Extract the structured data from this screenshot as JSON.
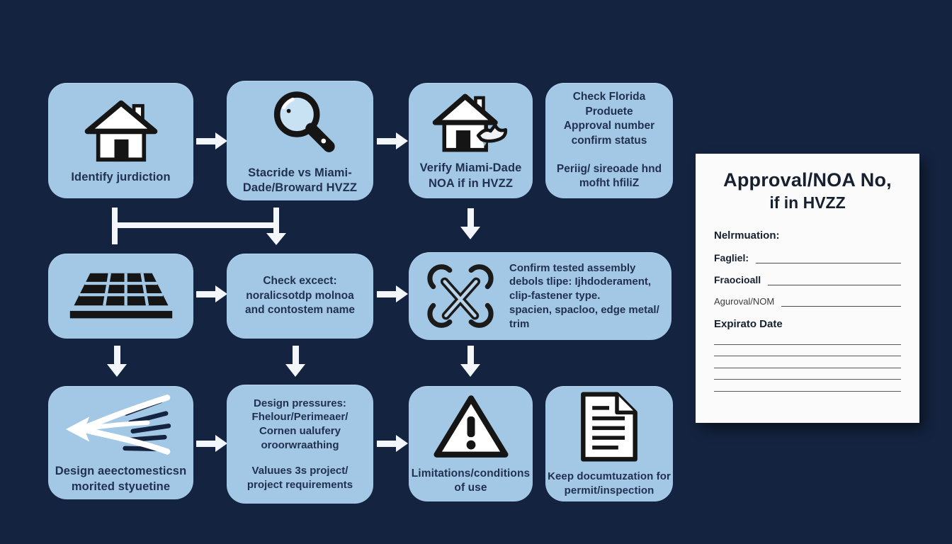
{
  "palette": {
    "background": "#142340",
    "box_fill": "#a3c8e6",
    "box_text": "#21314f",
    "arrow_white": "#f3f6fa",
    "paper_bg": "#fbfbfc",
    "paper_text": "#16202e",
    "icon_black": "#151515"
  },
  "flow": {
    "identify": {
      "label": "Identify jurdiction"
    },
    "statewide": {
      "label": "Stacride vs Miami-\nDade/Broward HVZZ"
    },
    "verify": {
      "label": "Verify Miami-Dade\nNOA if in HVZZ"
    },
    "check_florida": {
      "para1": "Check Florida\nProduete\nApproval number\nconfirm status",
      "para2": "Periig/ sireoade hnd\nmofht hfiliZ"
    },
    "check_except": {
      "label": "Check excect:\nnoralicsotdp molnoa\nand contostem name"
    },
    "confirm_assembly": {
      "label": "Confirm tested assembly\ndebols tlipe: Ijhdoderament,\nclip-fastener type.\nspacien, spacloo, edge metal/\ntrim"
    },
    "design_aero": {
      "label": "Design aeectomesticsn\nmorited styuetine"
    },
    "design_pressures": {
      "para1": "Design pressures:\nFhelour/Perimeaer/\nCornen ualufery\noroorwraathing",
      "para2": "Valuues 3s project/\nproject requirements"
    },
    "limitations": {
      "label": "Limitations/conditions\nof use"
    },
    "keep_docs": {
      "label": "Keep documtuzation for\npermit/inspection"
    }
  },
  "paper": {
    "title_line1": "Approval/NOA No,",
    "title_line2": "if in HVZZ",
    "section_label": "Nelrmuation:",
    "field1_label": "Fagliel:",
    "field2_label": "Fraocioall",
    "field3_label": "Aguroval/NOM",
    "expiry_label": "Expirato Date",
    "blank_line_count": 5
  },
  "icons": [
    "house-icon",
    "magnifier-icon",
    "house-check-icon",
    "solar-panel-icon",
    "crossed-wrenches-icon",
    "wind-arrow-icon",
    "warning-triangle-icon",
    "document-icon",
    "arrow-right-icon",
    "arrow-down-icon"
  ]
}
